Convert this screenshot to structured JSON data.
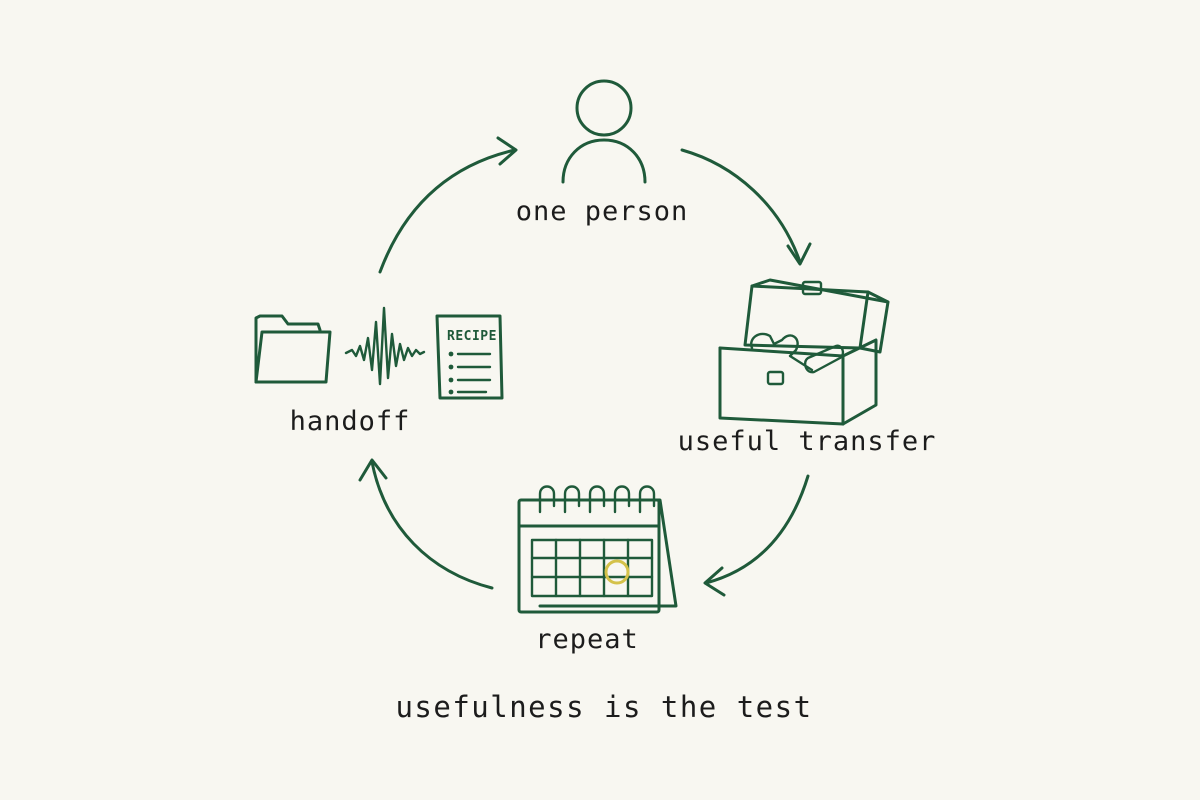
{
  "nodes": {
    "top": {
      "label": "one person",
      "icon": "person-icon"
    },
    "right": {
      "label": "useful transfer",
      "icon": "toolbox-icon"
    },
    "bottom": {
      "label": "repeat",
      "icon": "calendar-icon"
    },
    "left": {
      "label": "handoff",
      "icons": [
        "folder-icon",
        "sound-wave-icon",
        "recipe-document-icon"
      ],
      "recipe_title": "RECIPE"
    }
  },
  "caption": "usefulness is the test",
  "colors": {
    "ink": "#1f5a3a",
    "highlight": "#d4c24a",
    "background": "#f8f7f1",
    "text": "#1c1c1c"
  }
}
